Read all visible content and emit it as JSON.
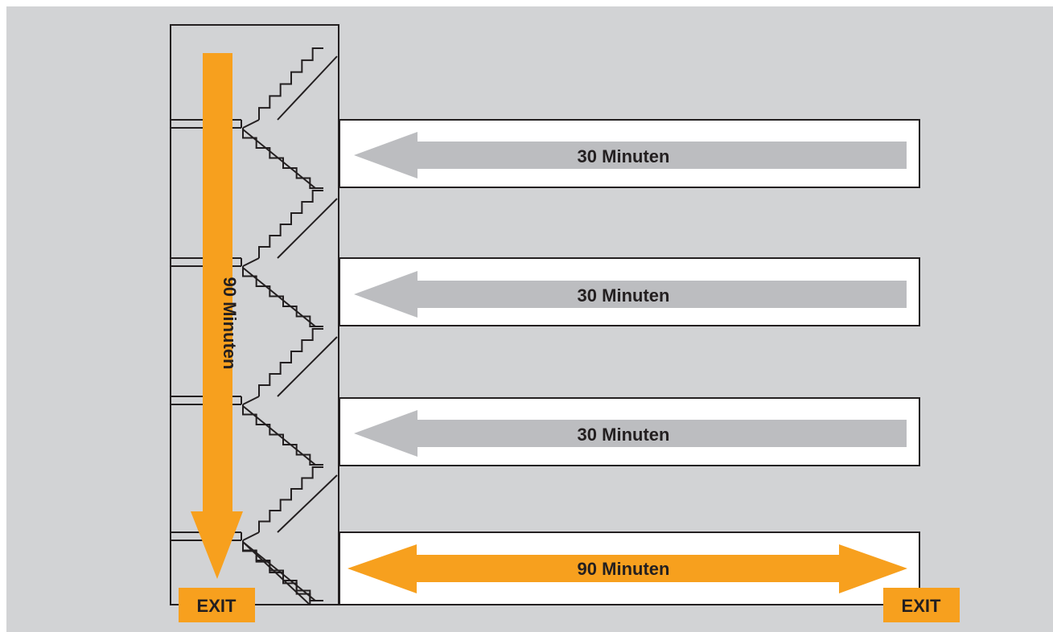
{
  "floors": [
    {
      "label": "30 Minuten",
      "direction": "left",
      "color": "#bcbdc0"
    },
    {
      "label": "30 Minuten",
      "direction": "left",
      "color": "#bcbdc0"
    },
    {
      "label": "30 Minuten",
      "direction": "left",
      "color": "#bcbdc0"
    },
    {
      "label": "90 Minuten",
      "direction": "both",
      "color": "#f7a01e"
    }
  ],
  "stairwell": {
    "label": "90 Minuten",
    "direction": "down",
    "color": "#f7a01e"
  },
  "exits": {
    "left_label": "EXIT",
    "right_label": "EXIT",
    "color": "#f7a01e"
  },
  "colors": {
    "background": "#d2d3d5",
    "box": "#ffffff",
    "line": "#231f20"
  }
}
